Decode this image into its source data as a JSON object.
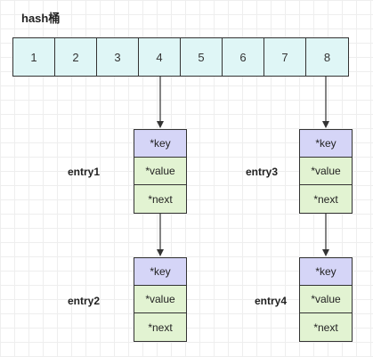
{
  "title": "hash桶",
  "buckets": [
    "1",
    "2",
    "3",
    "4",
    "5",
    "6",
    "7",
    "8"
  ],
  "entries": [
    {
      "label": "entry1",
      "fields": [
        "*key",
        "*value",
        "*next"
      ]
    },
    {
      "label": "entry2",
      "fields": [
        "*key",
        "*value",
        "*next"
      ]
    },
    {
      "label": "entry3",
      "fields": [
        "*key",
        "*value",
        "*next"
      ]
    },
    {
      "label": "entry4",
      "fields": [
        "*key",
        "*value",
        "*next"
      ]
    }
  ]
}
